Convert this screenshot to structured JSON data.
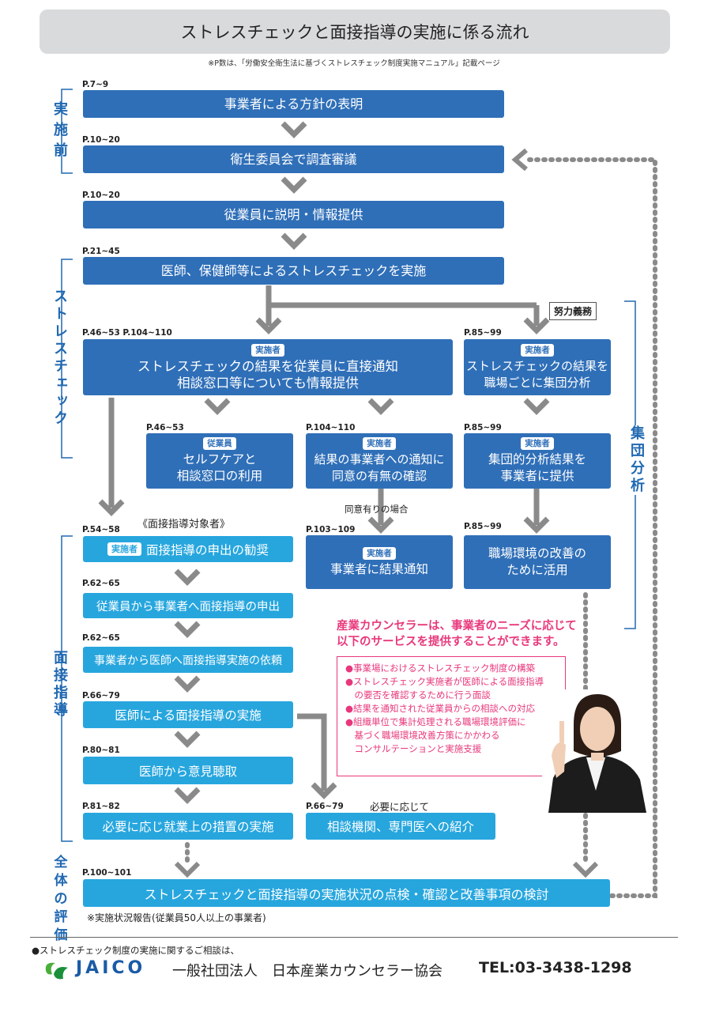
{
  "title": "ストレスチェックと面接指導の実施に係る流れ",
  "note": "※P数は、「労働安全衛生法に基づくストレスチェック制度実施マニュアル」記載ページ",
  "sections": {
    "pre": [
      "実",
      "施",
      "前"
    ],
    "stress": "ストレスチェック",
    "interview": "面接指導",
    "evaluation": [
      "全",
      "体",
      "の",
      "評",
      "価"
    ],
    "group": "集団分析"
  },
  "pages": {
    "p1": "P.7~9",
    "p2": "P.10~20",
    "p3": "P.10~20",
    "p4": "P.21~45",
    "p5": "P.46~53 P.104~110",
    "p6": "P.85~99",
    "p7": "P.46~53",
    "p8": "P.104~110",
    "p9": "P.85~99",
    "p10": "P.54~58",
    "p11": "P.103~109",
    "p12": "P.85~99",
    "p13": "P.62~65",
    "p14": "P.62~65",
    "p15": "P.66~79",
    "p16": "P.80~81",
    "p17": "P.81~82",
    "p18": "P.66~79",
    "p19": "P.100~101"
  },
  "boxes": {
    "b1": "事業者による方針の表明",
    "b2": "衛生委員会で調査審議",
    "b3": "従業員に説明・情報提供",
    "b4": "医師、保健師等によるストレスチェックを実施",
    "b5_badge": "実施者",
    "b5_l1": "ストレスチェックの結果を従業員に直接通知",
    "b5_l2": "相談窓口等についても情報提供",
    "b6_badge": "実施者",
    "b6_l1": "ストレスチェックの結果を",
    "b6_l2": "職場ごとに集団分析",
    "b7_badge": "従業員",
    "b7_l1": "セルフケアと",
    "b7_l2": "相談窓口の利用",
    "b8_badge": "実施者",
    "b8_l1": "結果の事業者への通知に",
    "b8_l2": "同意の有無の確認",
    "b9_badge": "実施者",
    "b9_l1": "集団的分析結果を",
    "b9_l2": "事業者に提供",
    "b10_badge": "実施者",
    "b10": "面接指導の申出の勧奨",
    "b11_badge": "実施者",
    "b11": "事業者に結果通知",
    "b12_l1": "職場環境の改善の",
    "b12_l2": "ために活用",
    "b13": "従業員から事業者へ面接指導の申出",
    "b14": "事業者から医師へ面接指導実施の依頼",
    "b15": "医師による面接指導の実施",
    "b16": "医師から意見聴取",
    "b17": "必要に応じ就業上の措置の実施",
    "b18": "相談機関、専門医への紹介",
    "b19": "ストレスチェックと面接指導の実施状況の点検・確認と改善事項の検討"
  },
  "labels": {
    "effort": "努力義務",
    "target": "《面接指導対象者》",
    "consent": "同意有りの場合",
    "as_needed": "必要に応じて",
    "report": "※実施状況報告(従業員50人以上の事業者)"
  },
  "counselor": {
    "head1": "産業カウンセラーは、事業者のニーズに応じて",
    "head2": "以下のサービスを提供することができます。",
    "items": [
      "●事業場におけるストレスチェック制度の構築",
      "●ストレスチェック実施者が医師による面接指導",
      "　の要否を確認するために行う面談",
      "●結果を通知された従業員からの相談への対応",
      "●組織単位で集計処理される職場環境評価に",
      "　基づく職場環境改善方策にかかわる",
      "　コンサルテーションと実施支援"
    ]
  },
  "footer": {
    "consult": "●ストレスチェック制度の実施に関するご相談は、",
    "logo": "JAICO",
    "org": "一般社団法人　日本産業カウンセラー協会",
    "tel": "TEL:03-3438-1298"
  },
  "colors": {
    "dark_blue": "#2f6fb8",
    "light_blue": "#27a6de",
    "pink": "#e8387b",
    "arrow": "#8a8a8a",
    "section": "#2169b2"
  }
}
